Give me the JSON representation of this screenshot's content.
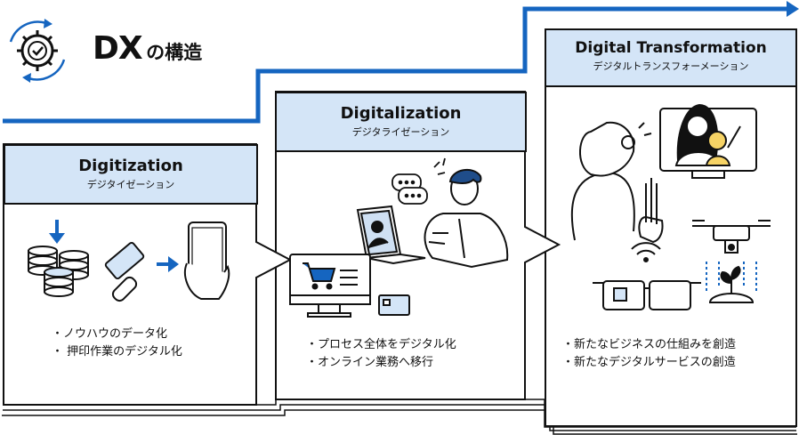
{
  "title": {
    "main": "DX",
    "sub": "の構造"
  },
  "stages": [
    {
      "title": "Digitization",
      "subtitle": "デジタイゼーション",
      "bullets": [
        "・ノウハウのデータ化",
        "・ 押印作業のデジタル化"
      ]
    },
    {
      "title": "Digitalization",
      "subtitle": "デジタライゼーション",
      "bullets": [
        "・プロセス全体をデジタル化",
        "・オンライン業務へ移行"
      ]
    },
    {
      "title": "Digital Transformation",
      "subtitle": "デジタルトランスフォーメーション",
      "bullets": [
        "・新たなビジネスの仕組みを創造",
        "・新たなデジタルサービスの創造"
      ]
    }
  ],
  "colors": {
    "accent": "#1565c0",
    "header_fill": "#d4e5f7",
    "outline": "#111111"
  },
  "icons": [
    "gear-check-icon",
    "download-arrow-icon",
    "database-icon",
    "stamp-icon",
    "arrow-right-icon",
    "smartphone-icon",
    "chat-bubbles-icon",
    "laptop-icon",
    "businessman-icon",
    "shopping-cart-icon",
    "credit-card-icon",
    "elderly-man-icon",
    "video-call-icon",
    "smart-glasses-icon",
    "wifi-icon",
    "drone-icon",
    "sprout-icon"
  ]
}
